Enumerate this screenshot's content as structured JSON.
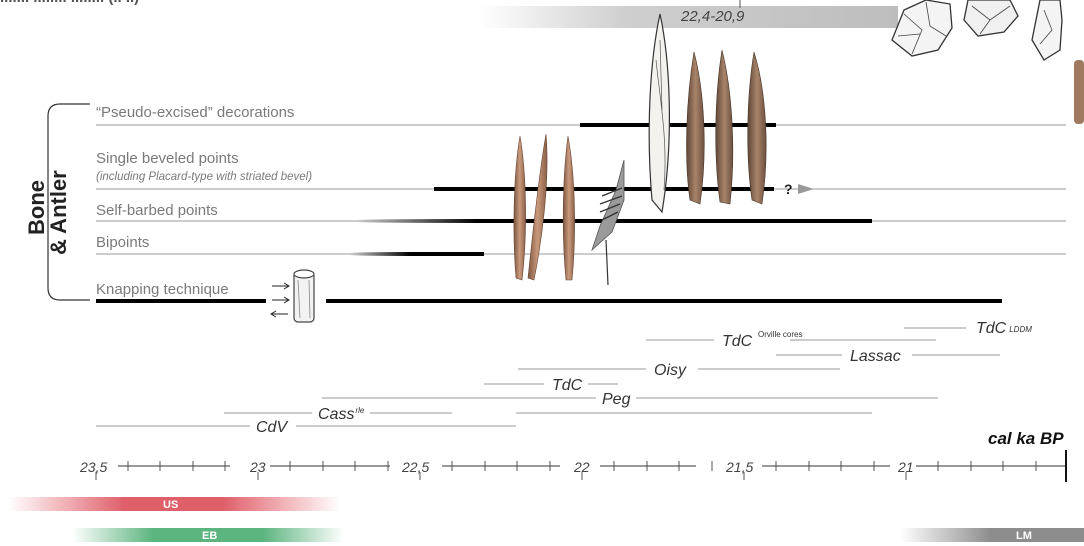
{
  "header": {
    "title_fragment": "....... ........ ........ (.. ..)",
    "top_range": "22,4-20,9"
  },
  "side_label": {
    "line1": "Bone",
    "line2": "& Antler"
  },
  "categories": [
    {
      "label": "“Pseudo-excised” decorations",
      "sub": ""
    },
    {
      "label": "Single beveled points",
      "sub": "(including Placard-type with striated bevel)"
    },
    {
      "label": "Self-barbed points",
      "sub": ""
    },
    {
      "label": "Bipoints",
      "sub": ""
    },
    {
      "label": "Knapping technique",
      "sub": ""
    }
  ],
  "uncertain_marker": "?",
  "sites": [
    {
      "name": "TdC",
      "sup": "LDDM"
    },
    {
      "name": "TdC",
      "sup": "Orville cores"
    },
    {
      "name": "Lassac",
      "sup": ""
    },
    {
      "name": "Oisy",
      "sup": ""
    },
    {
      "name": "TdC",
      "sup": ""
    },
    {
      "name": "Peg",
      "sup": ""
    },
    {
      "name": "Cass",
      "sup": "rle"
    },
    {
      "name": "CdV",
      "sup": ""
    }
  ],
  "axis": {
    "unit_label": "cal ka BP",
    "ticks": [
      "23,5",
      "23",
      "22,5",
      "22",
      "21,5",
      "21"
    ]
  },
  "bands": [
    {
      "label": "US",
      "color": "#e0606a"
    },
    {
      "label": "EB",
      "color": "#5cb47e"
    },
    {
      "label": "LM",
      "color": "#8c8c8c"
    }
  ],
  "colors": {
    "bar": "#000000",
    "line": "#9a9a9a",
    "text": "#7a7a7a",
    "bone": "#a2745a"
  },
  "icons": [
    "bone-point-icon",
    "antler-point-icon",
    "bipoint-icon",
    "hafted-point-icon",
    "flint-core-icon",
    "knapping-cylinder-icon",
    "arrow-right-icon"
  ]
}
